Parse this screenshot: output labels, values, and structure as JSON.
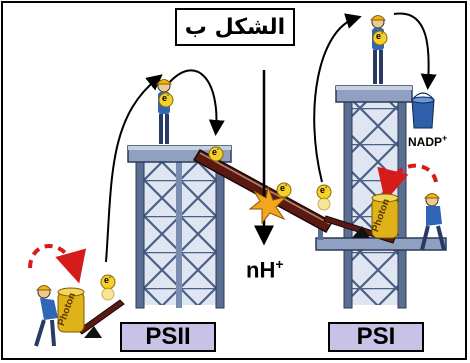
{
  "title": "الشكل ب",
  "photosystem_2": "PSII",
  "photosystem_1": "PSI",
  "proton_label": "nH",
  "proton_charge": "+",
  "acceptor": "NADP",
  "acceptor_charge": "+",
  "electron": "e",
  "electron_charge": "-",
  "photon": "Photon"
}
